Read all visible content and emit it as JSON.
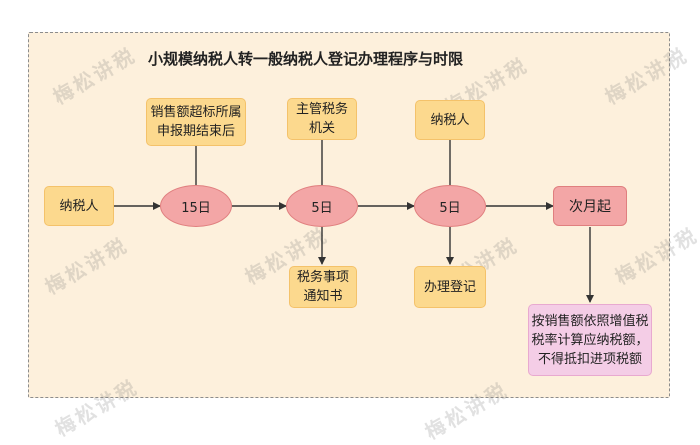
{
  "title": "小规模纳税人转一般纳税人登记办理程序与时限",
  "nodes": {
    "taxpayer_start": "纳税人",
    "day15": "15日",
    "day5_a": "5日",
    "day5_b": "5日",
    "next_month": "次月起",
    "sales_exceed": "销售额超标所属\n申报期结束后",
    "tax_authority": "主管税务\n机关",
    "taxpayer_top": "纳税人",
    "tax_notice": "税务事项\n通知书",
    "register": "办理登记",
    "vat_note": "按销售额依照增值税\n税率计算应纳税额，\n不得抵扣进项税额"
  },
  "colors": {
    "frame_bg": "#fdf0dc",
    "node_yellow": "#fcd98e",
    "node_red": "#f3a6a6",
    "node_pink": "#f4cde6",
    "edge": "#333333"
  },
  "watermark": "梅松讲税"
}
